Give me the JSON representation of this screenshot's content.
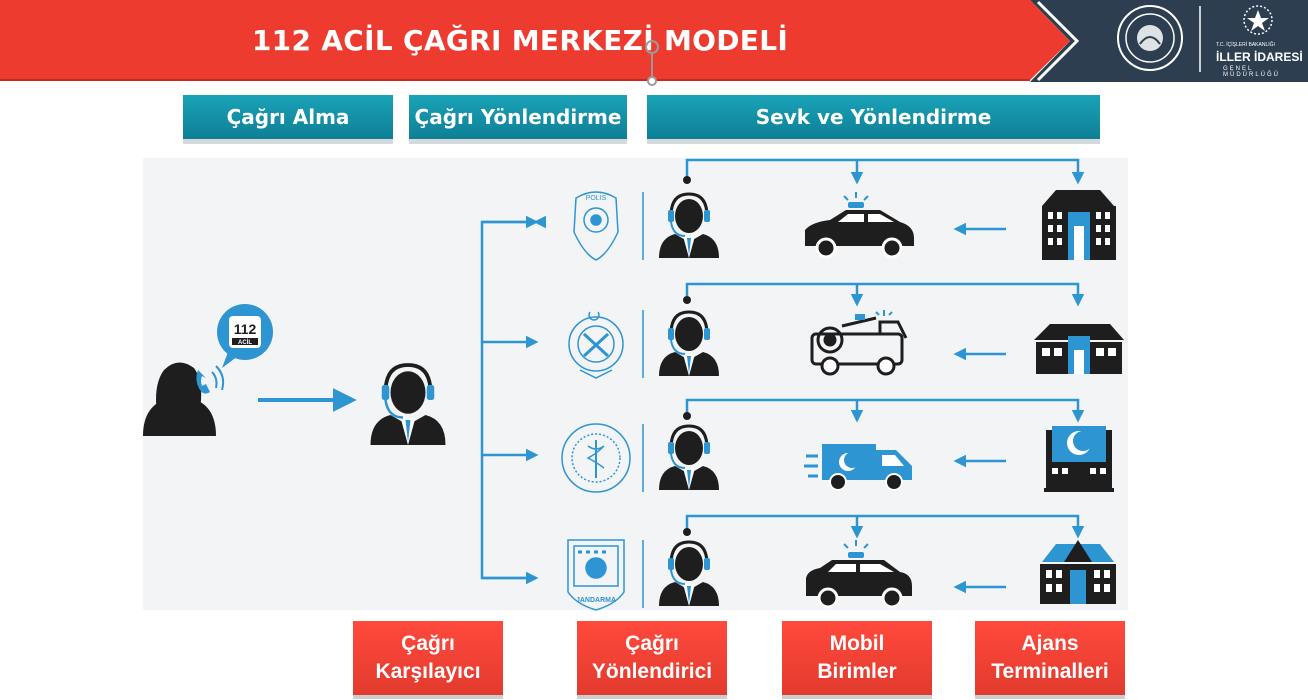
{
  "header": {
    "title": "112 ACİL ÇAĞRI MERKEZİ MODELİ",
    "logo_small": "T.C. İÇİŞLERİ BAKANLIĞI",
    "logo_main": "İLLER İDARESİ",
    "logo_sub": "GENEL MÜDÜRLÜĞÜ"
  },
  "tabs": [
    "Çağrı Alma",
    "Çağrı Yönlendirme",
    "Sevk ve Yönlendirme"
  ],
  "phone_badge": {
    "number": "112",
    "label": "ACİL"
  },
  "agency_emblems": {
    "police": "POLİS",
    "gendarmerie": "JANDARMA"
  },
  "bottom_boxes": [
    {
      "line1": "Çağrı",
      "line2": "Karşılayıcı"
    },
    {
      "line1": "Çağrı",
      "line2": "Yönlendirici"
    },
    {
      "line1": "Mobil",
      "line2": "Birimler"
    },
    {
      "line1": "Ajans",
      "line2": "Terminalleri"
    }
  ],
  "colors": {
    "red": "#e8392f",
    "teal": "#1aa3b8",
    "navy": "#2d3e50",
    "arrow_blue": "#2e95d3",
    "icon_dark": "#1e1e1e"
  }
}
